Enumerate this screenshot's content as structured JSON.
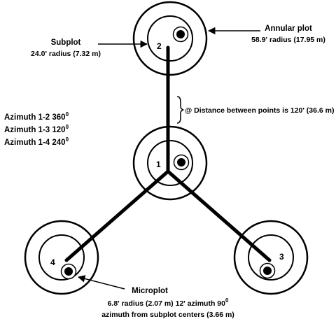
{
  "labels": {
    "subplot_title": "Subplot",
    "subplot_radius": "24.0' radius (7.32 m)",
    "annular_title": "Annular plot",
    "annular_radius": "58.9' radius (17.95 m)",
    "distance_note": "@ Distance between points is 120' (36.6 m)",
    "azimuth_1_2": "Azimuth 1-2  360",
    "azimuth_1_3": "Azimuth 1-3  120",
    "azimuth_1_4": "Azimuth 1-4  240",
    "degree_mark": "0",
    "microplot_title": "Microplot",
    "microplot_line1": "6.8' radius (2.07 m) 12' azimuth 90",
    "microplot_line2": "azimuth from subplot centers (3.66 m)"
  },
  "subplots": [
    {
      "number": "1"
    },
    {
      "number": "2"
    },
    {
      "number": "3"
    },
    {
      "number": "4"
    }
  ],
  "colors": {
    "stroke": "#000000",
    "background": "#ffffff"
  }
}
